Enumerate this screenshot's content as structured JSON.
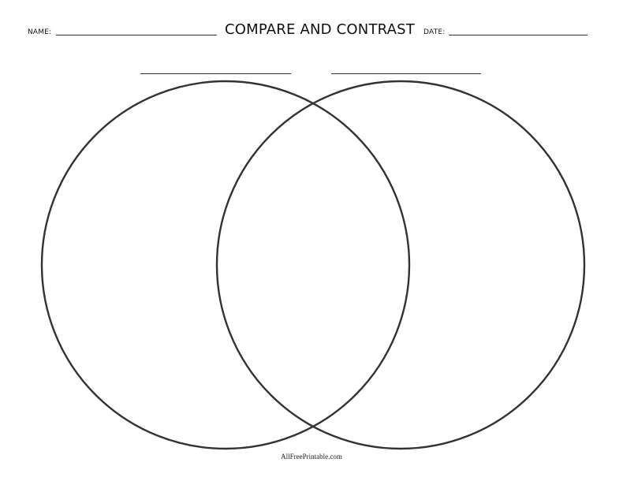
{
  "header": {
    "name_label": "NAME:",
    "title": "COMPARE AND CONTRAST",
    "date_label": "DATE:"
  },
  "diagram": {
    "type": "venn",
    "circle_count": 2,
    "left_heading": "",
    "right_heading": "",
    "stroke_color": "#333333"
  },
  "footer": {
    "credit": "AllFreePrintable.com"
  }
}
